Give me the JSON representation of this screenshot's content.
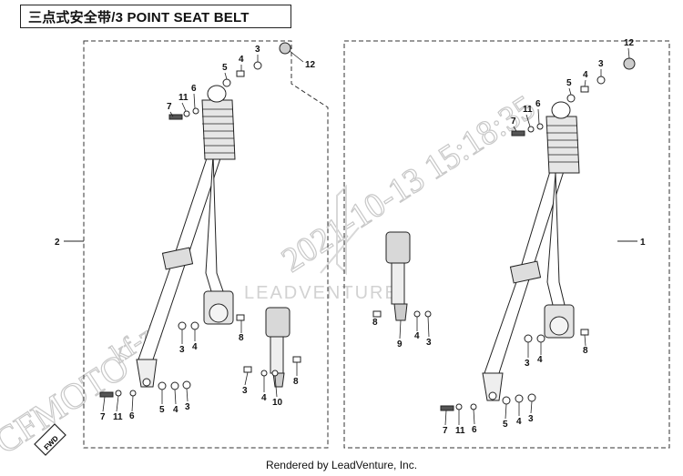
{
  "title": "三点式安全带/3 POINT SEAT BELT",
  "footer": "Rendered by LeadVenture, Inc.",
  "watermark": {
    "date": "2021-10-13 15:18:35",
    "user": "kf-zt",
    "brand": "CFMOTO",
    "company": "LEADVENTURE"
  },
  "fwd_label": "FWD",
  "assembly_labels": {
    "left": "2",
    "right": "1"
  },
  "callouts_left": {
    "c12": "12",
    "c3": "3",
    "c4": "4",
    "c5": "5",
    "c6": "6",
    "c11": "11",
    "c7": "7",
    "mid3": "3",
    "mid4": "4",
    "mid8": "8",
    "b7": "7",
    "b11": "11",
    "b6": "6",
    "b5": "5",
    "b4": "4",
    "b3": "3",
    "k3": "3",
    "k4": "4",
    "k10": "10",
    "k8": "8"
  },
  "callouts_right": {
    "c12": "12",
    "c3": "3",
    "c4": "4",
    "c5": "5",
    "c6": "6",
    "c11": "11",
    "c7": "7",
    "mid3": "3",
    "mid4": "4",
    "mid8": "8",
    "b7": "7",
    "b11": "11",
    "b6": "6",
    "b5": "5",
    "b4": "4",
    "b3": "3",
    "k8": "8",
    "k9": "9",
    "k4": "4",
    "k3": "3"
  }
}
